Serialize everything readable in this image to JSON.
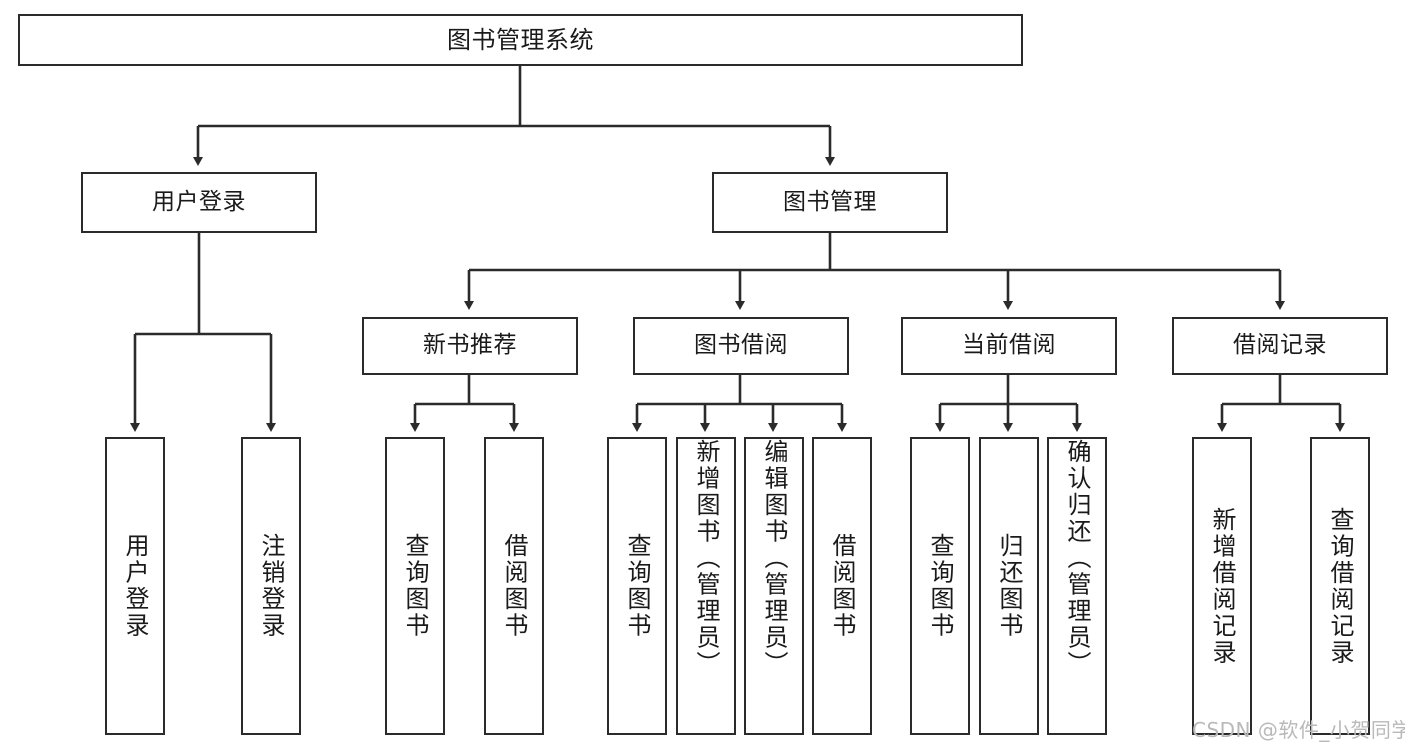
{
  "diagram": {
    "title": "图书管理系统",
    "type": "hierarchy-tree",
    "colors": {
      "box_border": "#2b2b2b",
      "box_fill": "#ffffff",
      "connector": "#2b2b2b",
      "watermark": "#b9b9b9",
      "background": "#ffffff"
    },
    "levels": {
      "root": {
        "label": "图书管理系统"
      },
      "level2": [
        {
          "id": "user-login",
          "label": "用户登录"
        },
        {
          "id": "book-management",
          "label": "图书管理"
        }
      ],
      "level3": [
        {
          "id": "new-book-recommend",
          "label": "新书推荐"
        },
        {
          "id": "book-borrow",
          "label": "图书借阅"
        },
        {
          "id": "current-borrow",
          "label": "当前借阅"
        },
        {
          "id": "borrow-record",
          "label": "借阅记录"
        }
      ],
      "leaves": {
        "user-login": [
          {
            "id": "leaf-user-login",
            "label": "用户登录"
          },
          {
            "id": "leaf-logout",
            "label": "注销登录"
          }
        ],
        "new-book-recommend": [
          {
            "id": "leaf-query-book-1",
            "label": "查询图书"
          },
          {
            "id": "leaf-borrow-book-1",
            "label": "借阅图书"
          }
        ],
        "book-borrow": [
          {
            "id": "leaf-query-book-2",
            "label": "查询图书"
          },
          {
            "id": "leaf-add-book",
            "label": "新增图书（管理员）"
          },
          {
            "id": "leaf-edit-book",
            "label": "编辑图书（管理员）"
          },
          {
            "id": "leaf-borrow-book-2",
            "label": "借阅图书"
          }
        ],
        "current-borrow": [
          {
            "id": "leaf-query-book-3",
            "label": "查询图书"
          },
          {
            "id": "leaf-return-book",
            "label": "归还图书"
          },
          {
            "id": "leaf-confirm-return",
            "label": "确认归还（管理员）"
          }
        ],
        "borrow-record": [
          {
            "id": "leaf-add-record",
            "label": "新增借阅记录"
          },
          {
            "id": "leaf-query-record",
            "label": "查询借阅记录"
          }
        ]
      }
    },
    "watermark": "CSDN @软件_小贺同学"
  }
}
